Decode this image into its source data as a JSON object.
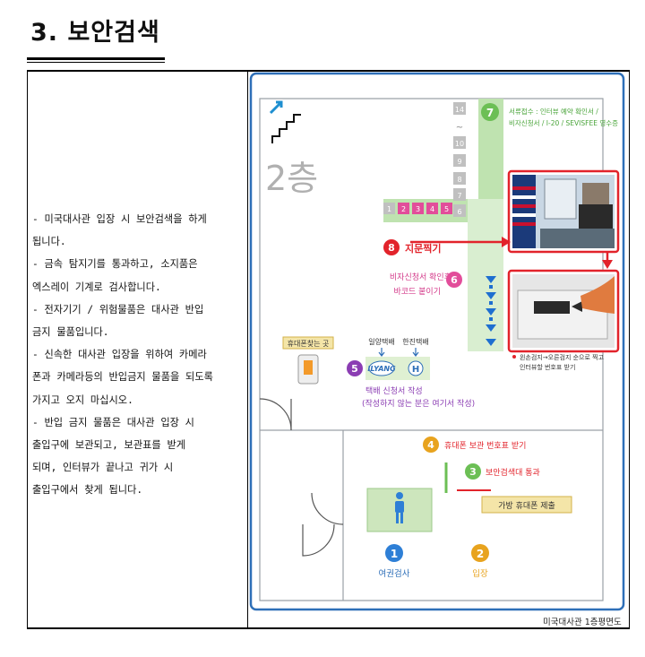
{
  "section": {
    "title": "3. 보안검색"
  },
  "description": {
    "lines": [
      "- 미국대사관 입장 시 보안검색을 하게",
      "됩니다.",
      "- 금속 탐지기를 통과하고, 소지품은",
      "엑스레이 기계로 검사합니다.",
      "- 전자기기 / 위험물품은 대사관 반입",
      "금지 물품입니다.",
      "- 신속한 대사관 입장을 위하여 카메라",
      "폰과 카메라등의 반입금지 물품을 되도록",
      "가지고 오지 마십시오.",
      "- 반입 금지 물품은 대사관 입장 시",
      "출입구에 보관되고, 보관표를 받게",
      "되며, 인터뷰가 끝나고 귀가 시",
      "출입구에서 찾게 됩니다."
    ]
  },
  "map": {
    "floor_label": "2층",
    "window_numbers_vertical": [
      "14",
      "~",
      "10",
      "9",
      "8",
      "7",
      "6"
    ],
    "window_numbers_row": [
      "1",
      "2",
      "3",
      "4",
      "5"
    ],
    "step7": {
      "num": "7",
      "text_l1": "서류접수 : 인터뷰 예약 확인서 /",
      "text_l2": "비자신청서 / I-20 / SEVISFEE 영수증"
    },
    "step8": {
      "num": "8",
      "text": "지문찍기"
    },
    "step6": {
      "num": "6",
      "text_l1": "비자신청서 확인후",
      "text_l2": "바코드 붙이기"
    },
    "phone_pickup": "휴대폰찾는 곳",
    "courier": {
      "left": "일양택배",
      "right": "한진택배"
    },
    "step5": {
      "num": "5",
      "text_l1": "택배 신청서 작성",
      "text_l2": "(작성하지 않는 분은 여기서 작성)"
    },
    "step4": {
      "num": "4",
      "text": "휴대폰 보관 번호표 받기"
    },
    "step3": {
      "num": "3",
      "text": "보안검색대 통과"
    },
    "bag_phone": "가방 휴대폰 제출",
    "step1": {
      "num": "1",
      "text": "여권검사"
    },
    "step2": {
      "num": "2",
      "text": "입장"
    },
    "fingerprint_note_l1": "왼손검지→오른검지 순으로 찍고",
    "fingerprint_note_l2": "인터뷰할 번호표 받기",
    "caption": "미국대사관 1층평면도",
    "colors": {
      "green": "#6cbf55",
      "red": "#e2232b",
      "blue": "#2e7fd6",
      "purple": "#8b3db3",
      "orange": "#e8a31e",
      "pink": "#e24d9a",
      "teal": "#3a9aa0"
    }
  }
}
